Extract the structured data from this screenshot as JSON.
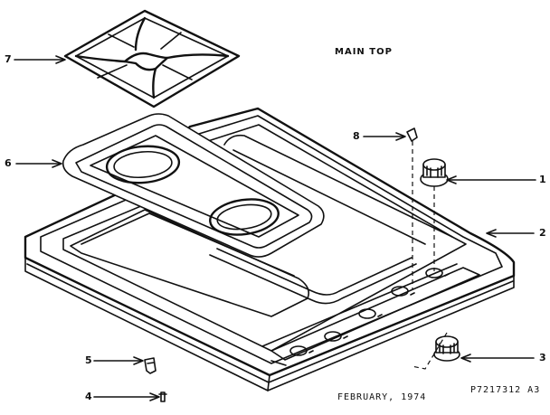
{
  "title": "MAIN TOP",
  "date": "FEBRUARY, 1974",
  "drawing_code": "P7217312  A3",
  "callouts": [
    {
      "id": "1",
      "label": "1"
    },
    {
      "id": "2",
      "label": "2"
    },
    {
      "id": "3",
      "label": "3"
    },
    {
      "id": "4",
      "label": "4"
    },
    {
      "id": "5",
      "label": "5"
    },
    {
      "id": "6",
      "label": "6"
    },
    {
      "id": "7",
      "label": "7"
    },
    {
      "id": "8",
      "label": "8"
    }
  ],
  "colors": {
    "ink": "#111111",
    "paper": "#ffffff"
  }
}
